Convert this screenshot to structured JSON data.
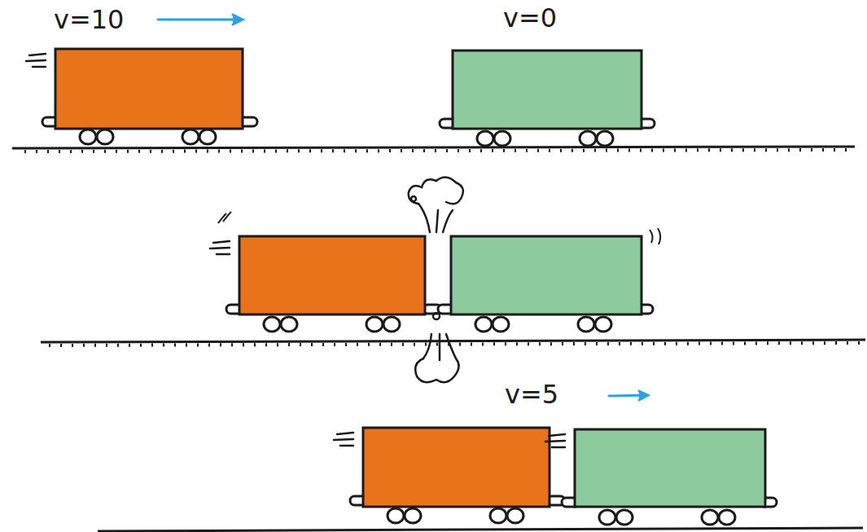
{
  "diagram": {
    "labels": [
      "v=10",
      "v=0",
      "v=5"
    ]
  }
}
